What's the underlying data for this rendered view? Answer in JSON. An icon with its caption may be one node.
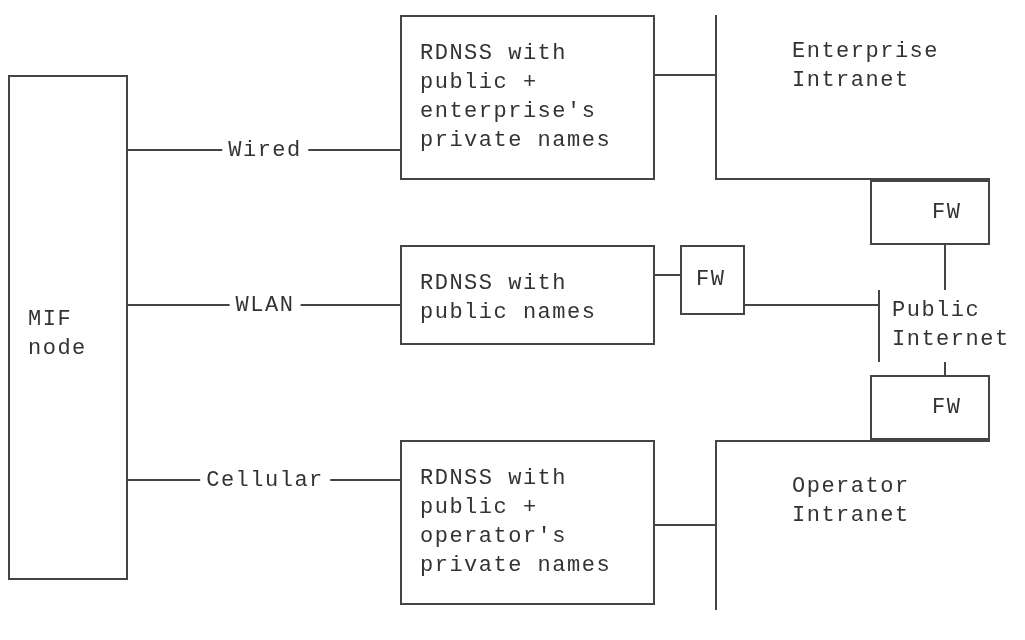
{
  "diagram": {
    "nodes": [
      {
        "text": [
          "MIF node"
        ]
      },
      {
        "text": [
          "RDNSS with public + enterprise's private names"
        ]
      },
      {
        "text": [
          "Enterprise Intranet"
        ]
      },
      {
        "text": [
          "FW"
        ]
      },
      {
        "text": [
          "RDNSS with public names"
        ]
      },
      {
        "text": [
          "FW"
        ]
      },
      {
        "text": [
          "Public Internet"
        ]
      },
      {
        "text": [
          "FW"
        ]
      },
      {
        "text": [
          "RDNSS with public + operator's private names"
        ]
      },
      {
        "text": [
          "Operator Intranet"
        ]
      }
    ],
    "edges": [
      {
        "from": 0,
        "to": 1,
        "arrow": "none",
        "label": "Wired"
      },
      {
        "from": 0,
        "to": 4,
        "arrow": "none",
        "label": "WLAN"
      },
      {
        "from": 0,
        "to": 8,
        "arrow": "none",
        "label": "Cellular"
      },
      {
        "from": 1,
        "to": 2,
        "arrow": "none"
      },
      {
        "from": 4,
        "to": 5,
        "arrow": "none"
      },
      {
        "from": 5,
        "to": 6,
        "arrow": "none"
      },
      {
        "from": 3,
        "to": 6,
        "arrow": "none"
      },
      {
        "from": 7,
        "to": 6,
        "arrow": "none"
      },
      {
        "from": 8,
        "to": 9,
        "arrow": "none"
      }
    ]
  }
}
